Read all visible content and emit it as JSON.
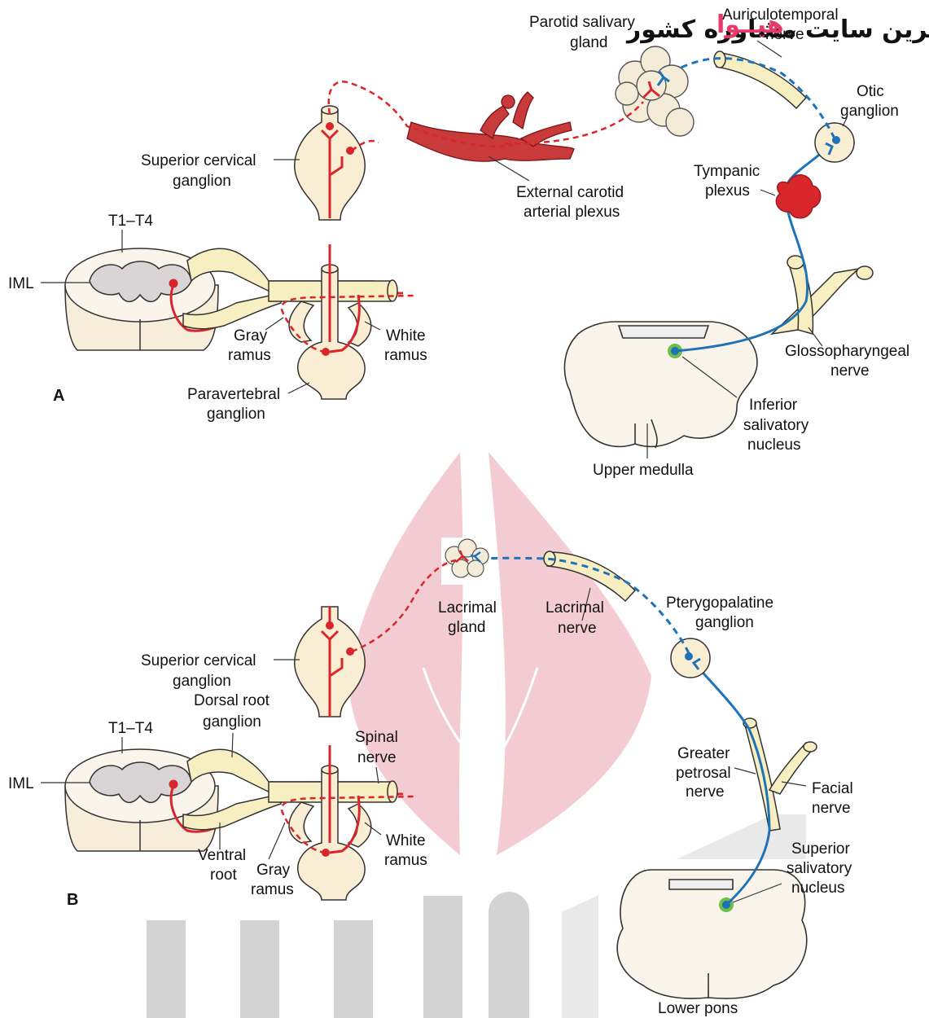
{
  "watermark": {
    "brand": "هیــوا",
    "tagline": "تخصصی ترین سایت مشاوره کشور",
    "colors": {
      "brand": "#e63a6b",
      "shape": "#f2c4cc",
      "bars": "#d3d3d3"
    }
  },
  "colors": {
    "sympathetic": "#d9262c",
    "parasympathetic": "#1e73b8",
    "nerve_fill": "#f7efc2",
    "ganglion_fill": "#f9edd3",
    "outline": "#333333",
    "nucleus_ring": "#6cc04a"
  },
  "panel_a": {
    "letter": "A",
    "labels": {
      "parotid": [
        "Parotid salivary",
        "gland"
      ],
      "auriculotemporal": [
        "Auriculotemporal",
        "nerve"
      ],
      "otic": [
        "Otic",
        "ganglion"
      ],
      "tympanic": [
        "Tympanic",
        "plexus"
      ],
      "superior_cervical": [
        "Superior cervical",
        "ganglion"
      ],
      "external_carotid": [
        "External carotid",
        "arterial plexus"
      ],
      "t1t4": "T1–T4",
      "iml": "IML",
      "gray_ramus": [
        "Gray",
        "ramus"
      ],
      "white_ramus": [
        "White",
        "ramus"
      ],
      "paravertebral": [
        "Paravertebral",
        "ganglion"
      ],
      "glossopharyngeal": [
        "Glossopharyngeal",
        "nerve"
      ],
      "inferior_salivatory": [
        "Inferior",
        "salivatory",
        "nucleus"
      ],
      "upper_medulla": "Upper medulla"
    }
  },
  "panel_b": {
    "letter": "B",
    "labels": {
      "lacrimal_gland": [
        "Lacrimal",
        "gland"
      ],
      "lacrimal_nerve": [
        "Lacrimal",
        "nerve"
      ],
      "pterygopalatine": [
        "Pterygopalatine",
        "ganglion"
      ],
      "superior_cervical": [
        "Superior cervical",
        "ganglion"
      ],
      "dorsal_root": [
        "Dorsal root",
        "ganglion"
      ],
      "t1t4": "T1–T4",
      "iml": "IML",
      "spinal_nerve": [
        "Spinal",
        "nerve"
      ],
      "ventral_root": [
        "Ventral",
        "root"
      ],
      "gray_ramus": [
        "Gray",
        "ramus"
      ],
      "white_ramus": [
        "White",
        "ramus"
      ],
      "greater_petrosal": [
        "Greater",
        "petrosal",
        "nerve"
      ],
      "facial": [
        "Facial",
        "nerve"
      ],
      "superior_salivatory": [
        "Superior",
        "salivatory",
        "nucleus"
      ],
      "lower_pons": "Lower pons"
    }
  }
}
